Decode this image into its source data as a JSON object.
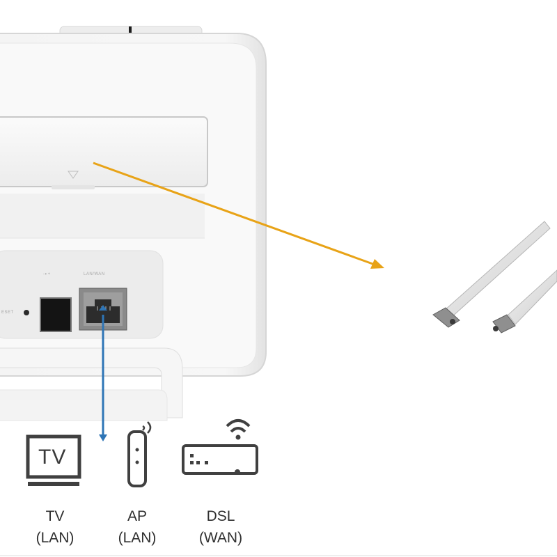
{
  "device": {
    "port_label_power": "-◐+",
    "port_label_lan": "LAN/WAN",
    "reset_label": "ESET"
  },
  "tv_icon_text": "TV",
  "connections": [
    {
      "name": "TV",
      "type": "(LAN)"
    },
    {
      "name": "AP",
      "type": "(LAN)"
    },
    {
      "name": "DSL",
      "type": "(WAN)"
    }
  ],
  "colors": {
    "arrow_antenna": "#e8a317",
    "arrow_lan": "#2e75b6",
    "icon_stroke": "#404040"
  }
}
